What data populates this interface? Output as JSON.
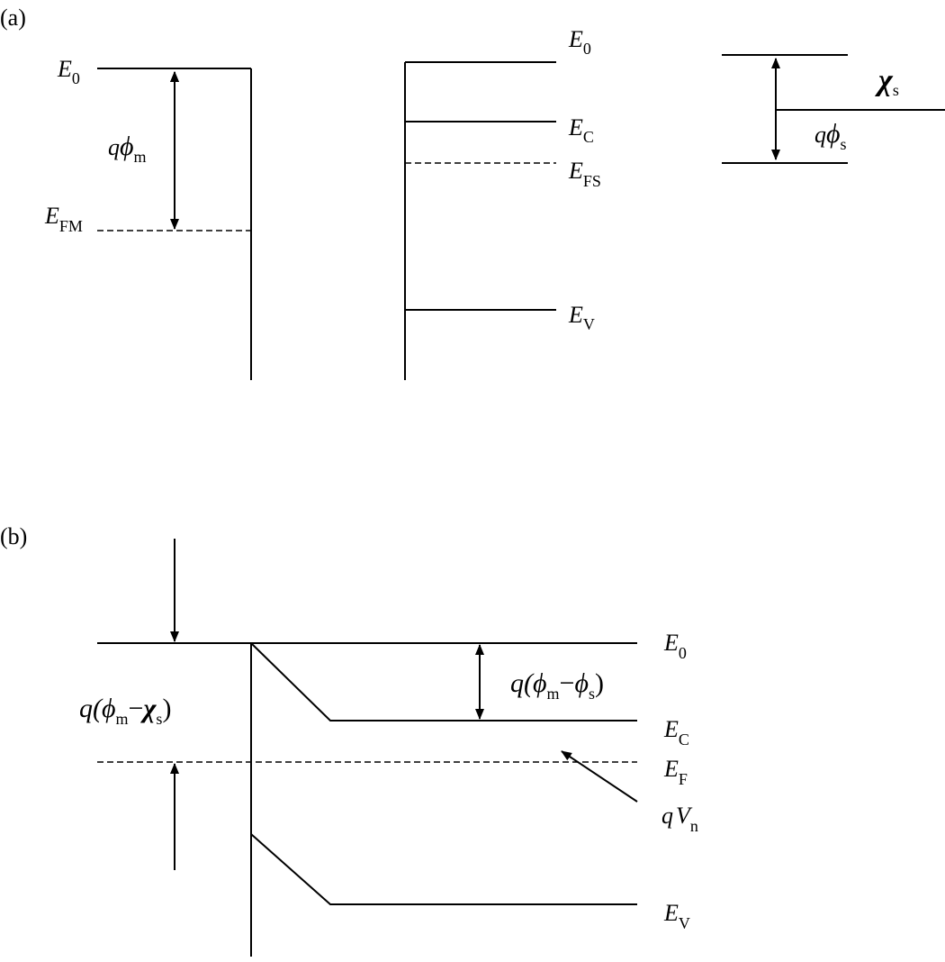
{
  "panel_a": {
    "tag": "(a)",
    "metal_vacuum": {
      "sym": "E",
      "sub": "0"
    },
    "metal_fermi": {
      "sym": "E",
      "sub": "FM"
    },
    "metal_workfunction": {
      "q": "q",
      "phi": "ϕ",
      "sub": "m"
    },
    "semi_vacuum": {
      "sym": "E",
      "sub": "0"
    },
    "semi_conduction": {
      "sym": "E",
      "sub": "C"
    },
    "semi_fermi": {
      "sym": "E",
      "sub": "FS"
    },
    "semi_valence": {
      "sym": "E",
      "sub": "V"
    },
    "electron_affinity": {
      "chi": "χ",
      "sub": "s"
    },
    "semi_workfunction": {
      "q": "q",
      "phi": "ϕ",
      "sub": "s"
    }
  },
  "panel_b": {
    "tag": "(b)",
    "vacuum": {
      "sym": "E",
      "sub": "0"
    },
    "conduction": {
      "sym": "E",
      "sub": "C"
    },
    "fermi": {
      "sym": "E",
      "sub": "F"
    },
    "valence": {
      "sym": "E",
      "sub": "V"
    },
    "barrier": {
      "pre": "q(",
      "phi": "ϕ",
      "sub1": "m",
      "minus": "−",
      "chi": "χ",
      "sub2": "s",
      "post": ")"
    },
    "builtin": {
      "pre": "q(",
      "phi1": "ϕ",
      "sub1": "m",
      "minus": "−",
      "phi2": "ϕ",
      "sub2": "s",
      "post": ")"
    },
    "vn": {
      "q": "q",
      "v": "V",
      "sub": "n"
    }
  }
}
